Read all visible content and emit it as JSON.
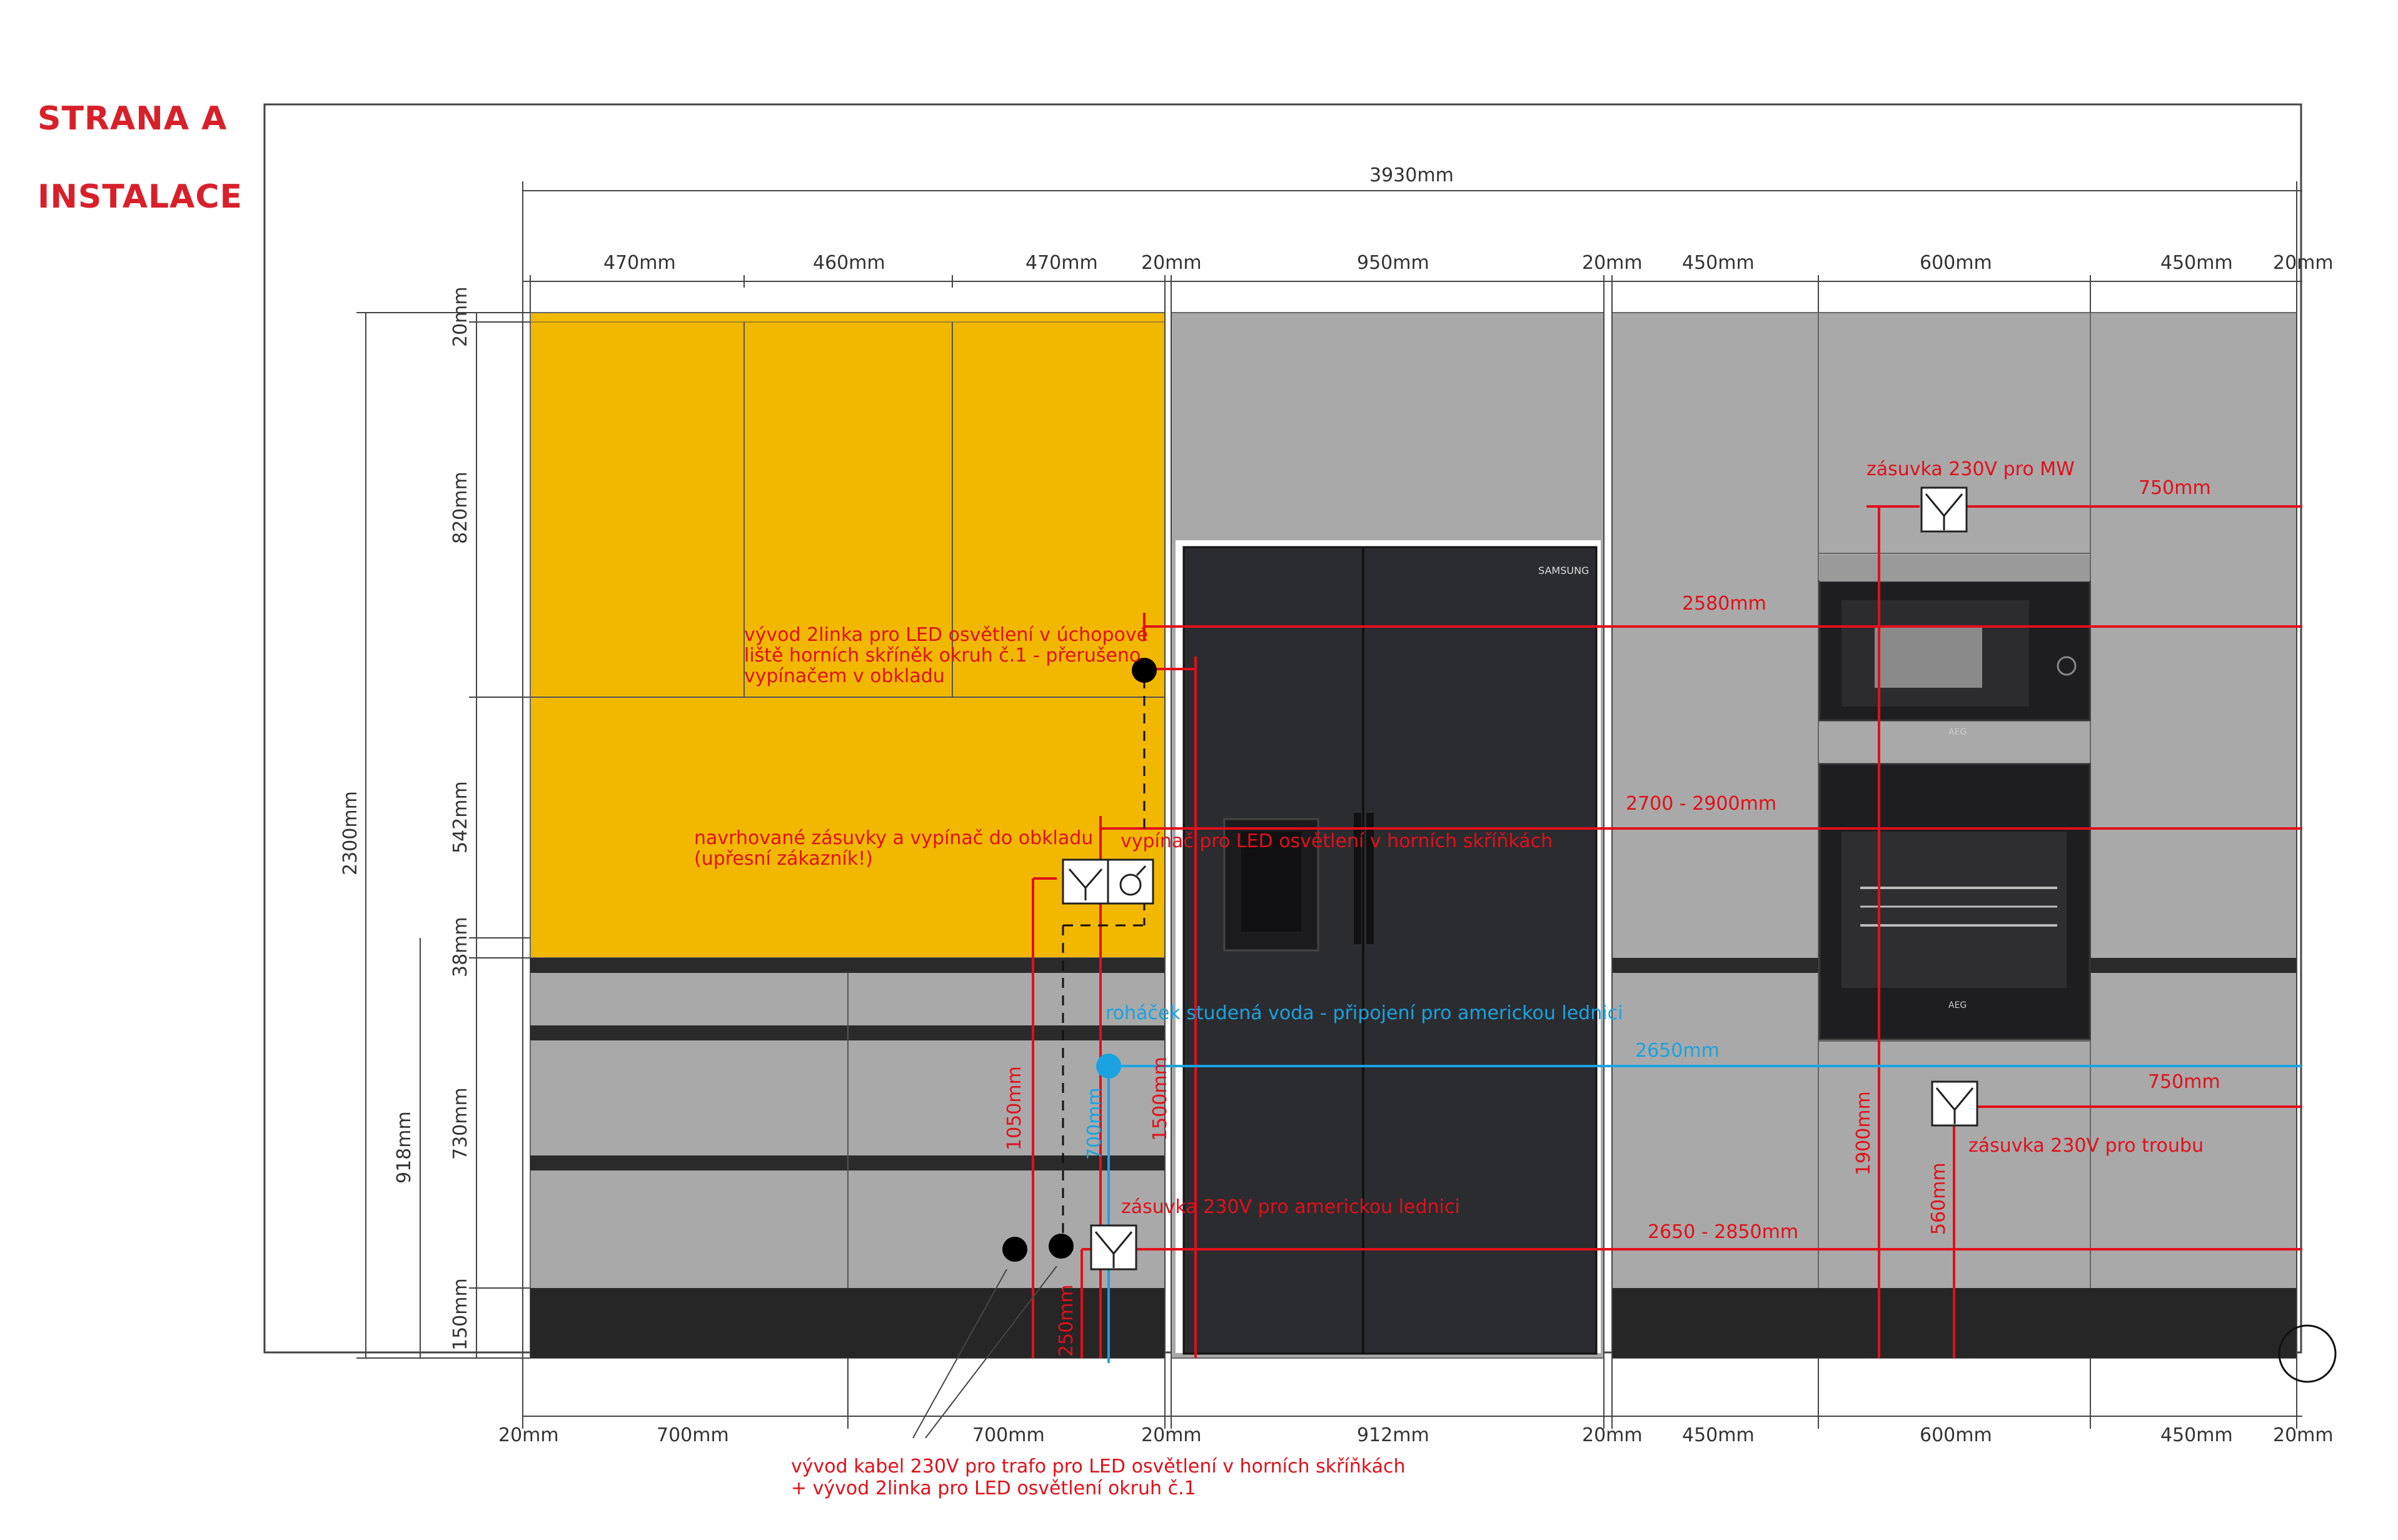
{
  "header": {
    "title_line1": "STRANA A",
    "title_line2": "INSTALACE"
  },
  "dimensions": {
    "total_width": "3930mm",
    "top_row": [
      "470mm",
      "460mm",
      "470mm",
      "20mm",
      "950mm",
      "20mm",
      "450mm",
      "600mm",
      "450mm",
      "20mm"
    ],
    "bottom_row": [
      "20mm",
      "700mm",
      "700mm",
      "20mm",
      "912mm",
      "20mm",
      "450mm",
      "600mm",
      "450mm",
      "20mm"
    ],
    "left_total": "2300mm",
    "left_lower": "918mm",
    "left_segments": [
      "20mm",
      "820mm",
      "542mm",
      "38mm",
      "730mm",
      "150mm"
    ]
  },
  "annotations": {
    "mw_socket": "zásuvka 230V pro MW",
    "mw_offset": "750mm",
    "height_2580": "2580mm",
    "height_2700_2900": "2700 - 2900mm",
    "led_outlet_line1": "vývod 2linka pro LED osvětlení v úchopové",
    "led_outlet_line2": "liště horních skříněk okruh č.1 - přerušeno",
    "led_outlet_line3": "vypínačem v obkladu",
    "proposed_sockets_line1": "navrhované zásuvky a vypínač do obkladu",
    "proposed_sockets_line2": "(upřesní zákazník!)",
    "led_switch": "vypínač pro LED osvětlení v horních skříňkách",
    "water_valve": "roháček studená voda - připojení pro americkou lednici",
    "height_2650": "2650mm",
    "oven_offset": "750mm",
    "oven_socket": "zásuvka 230V pro troubu",
    "fridge_socket": "zásuvka 230V pro americkou lednici",
    "height_2650_2850": "2650 - 2850mm",
    "h_1050": "1050mm",
    "h_700": "700mm",
    "h_1500": "1500mm",
    "h_250": "250mm",
    "h_1900": "1900mm",
    "h_560": "560mm",
    "cable_line1": "vývod kabel 230V pro trafo pro LED osvětlení v horních skříňkách",
    "cable_line2": "+ vývod 2linka pro LED osvětlení okruh č.1"
  },
  "appliances": {
    "fridge_brand": "SAMSUNG",
    "oven_brand": "AEG",
    "mw_brand": "AEG"
  },
  "colors": {
    "upper_cabinets": "#f2b800",
    "carcass_grey": "#a9a9a9",
    "plinth_dark": "#262626",
    "annotation_red": "#e0101a",
    "water_blue": "#1aa3e0",
    "title_red": "#d8202a"
  }
}
